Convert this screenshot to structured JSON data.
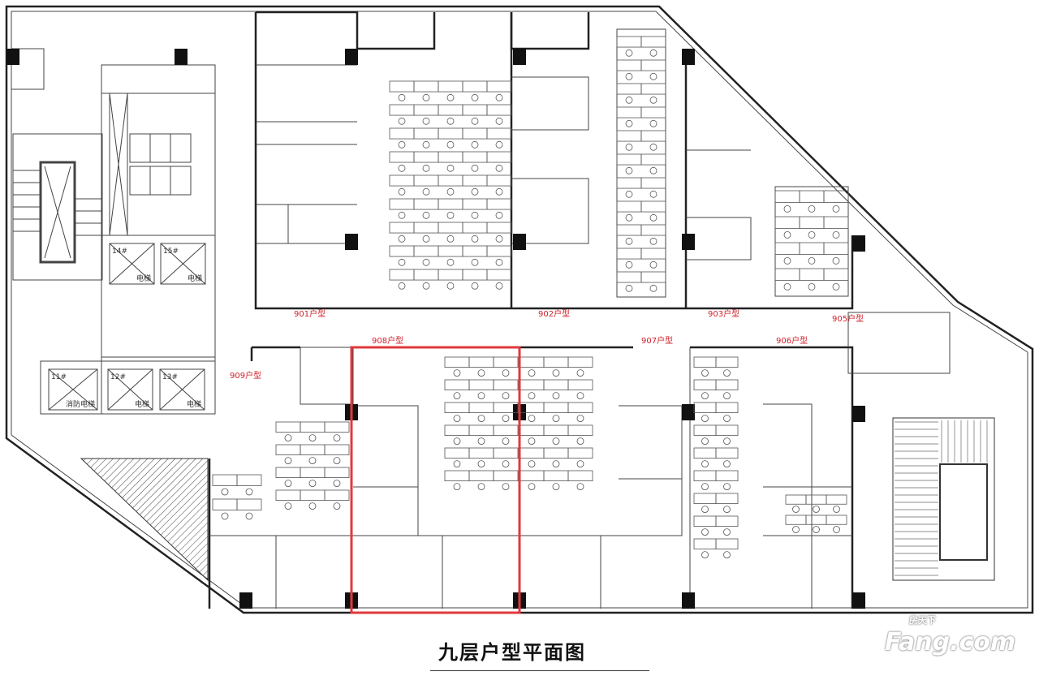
{
  "title": "九层户型平面图",
  "watermark": {
    "cn": "房天下",
    "en": "Fang.com"
  },
  "units": [
    {
      "id": "901",
      "label": "901户型"
    },
    {
      "id": "902",
      "label": "902户型"
    },
    {
      "id": "903",
      "label": "903户型"
    },
    {
      "id": "905",
      "label": "905户型"
    },
    {
      "id": "906",
      "label": "906户型"
    },
    {
      "id": "907",
      "label": "907户型"
    },
    {
      "id": "908",
      "label": "908户型"
    },
    {
      "id": "909",
      "label": "909户型"
    }
  ],
  "elevators": [
    {
      "num": "14#",
      "label": "电梯"
    },
    {
      "num": "15#",
      "label": "电梯"
    },
    {
      "num": "11#",
      "label": "消防电梯"
    },
    {
      "num": "12#",
      "label": "电梯"
    },
    {
      "num": "13#",
      "label": "电梯"
    }
  ],
  "highlight_unit": "908",
  "colors": {
    "highlight": "#e0383e",
    "label": "#d0202a",
    "wall": "#222222"
  }
}
